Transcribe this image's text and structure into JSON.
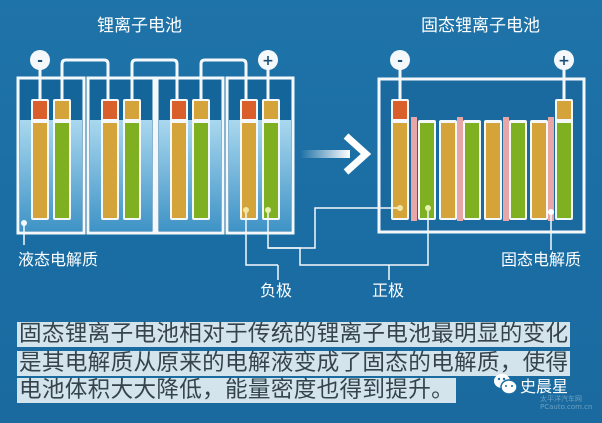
{
  "titles": {
    "liquid_battery": "锂离子电池",
    "solid_battery": "固态锂离子电池"
  },
  "labels": {
    "liquid_electrolyte": "液态电解质",
    "solid_electrolyte": "固态电解质",
    "negative": "负极",
    "positive": "正极",
    "minus": "-",
    "plus": "+"
  },
  "caption": {
    "lines": [
      "固态锂离子电池相对于传统的锂离子电池最明显的变化",
      "是其电解质从原来的电解液变成了固态的电解质，使得",
      "电池体积大大降低，能量密度也得到提升。"
    ]
  },
  "brand": {
    "name": "史晨星",
    "icon": "wechat-icon",
    "watermark": "太平洋汽车网 PCauto.com.cn"
  },
  "colors": {
    "background": "#1c70a5",
    "anode": "#d4a43a",
    "cathode": "#7fb021",
    "anode_cap": "#d9602a",
    "separator": "#e8a6a6",
    "liquid": "#8fc8e6"
  }
}
